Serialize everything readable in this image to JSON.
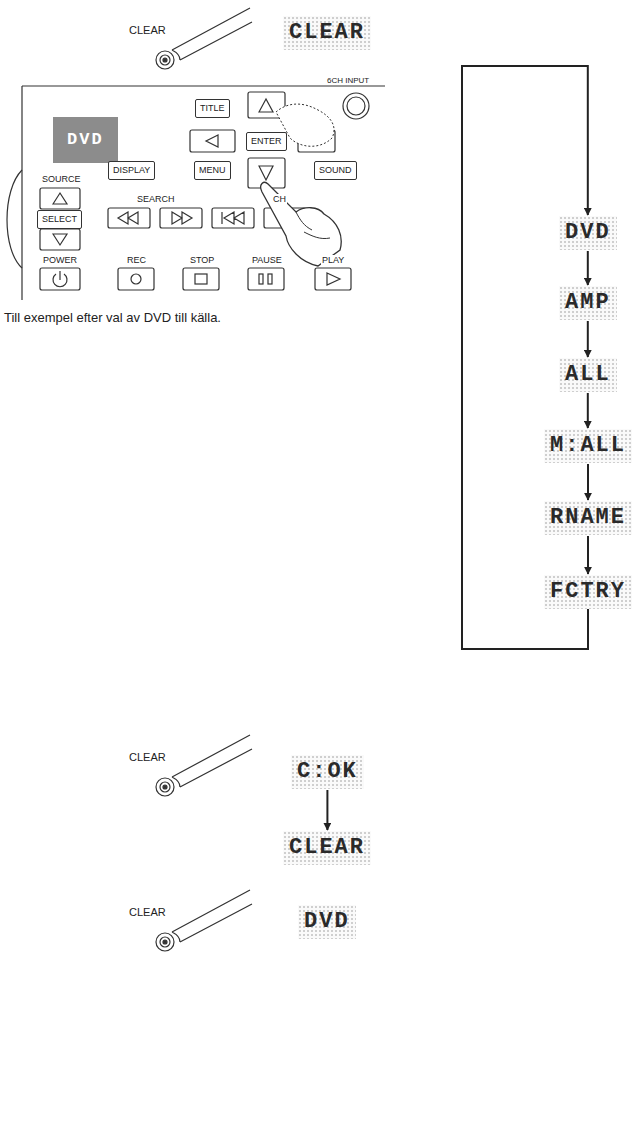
{
  "diagram": {
    "caption": "Till exempel efter val av DVD till källa.",
    "nodes": [
      {
        "text": [
          "CLEAR"
        ]
      },
      {
        "text": [
          "DVD"
        ]
      },
      {
        "text": [
          "TITLE"
        ]
      },
      {
        "text": [
          "ENTER"
        ]
      },
      {
        "text": [
          "DISPLAY"
        ]
      },
      {
        "text": [
          "MENU"
        ]
      },
      {
        "text": [
          "SOUND"
        ]
      },
      {
        "text": [
          "SELECT"
        ]
      },
      {
        "text": [
          "DVD"
        ]
      },
      {
        "text": [
          "AMP"
        ]
      },
      {
        "text": [
          "ALL"
        ]
      },
      {
        "text": [
          "M:ALL"
        ]
      },
      {
        "text": [
          "RNAME"
        ]
      },
      {
        "text": [
          "FCTRY"
        ]
      },
      {
        "text": [
          "C:OK"
        ]
      },
      {
        "text": [
          "CLEAR"
        ]
      },
      {
        "text": [
          "DVD"
        ]
      }
    ],
    "edges": [
      {
        "from": 8,
        "to": 9,
        "arrow": "to"
      },
      {
        "from": 9,
        "to": 10,
        "arrow": "to"
      },
      {
        "from": 10,
        "to": 11,
        "arrow": "to"
      },
      {
        "from": 11,
        "to": 12,
        "arrow": "to"
      },
      {
        "from": 12,
        "to": 13,
        "arrow": "to"
      },
      {
        "from": 13,
        "to": 8,
        "arrow": "to"
      },
      {
        "from": 14,
        "to": 15,
        "arrow": "to"
      }
    ],
    "labels": [
      "CLEAR",
      "6CH INPUT",
      "SOURCE",
      "SEARCH",
      "CH",
      "POWER",
      "REC",
      "STOP",
      "PAUSE",
      "PLAY",
      "CLEAR",
      "CLEAR"
    ]
  }
}
